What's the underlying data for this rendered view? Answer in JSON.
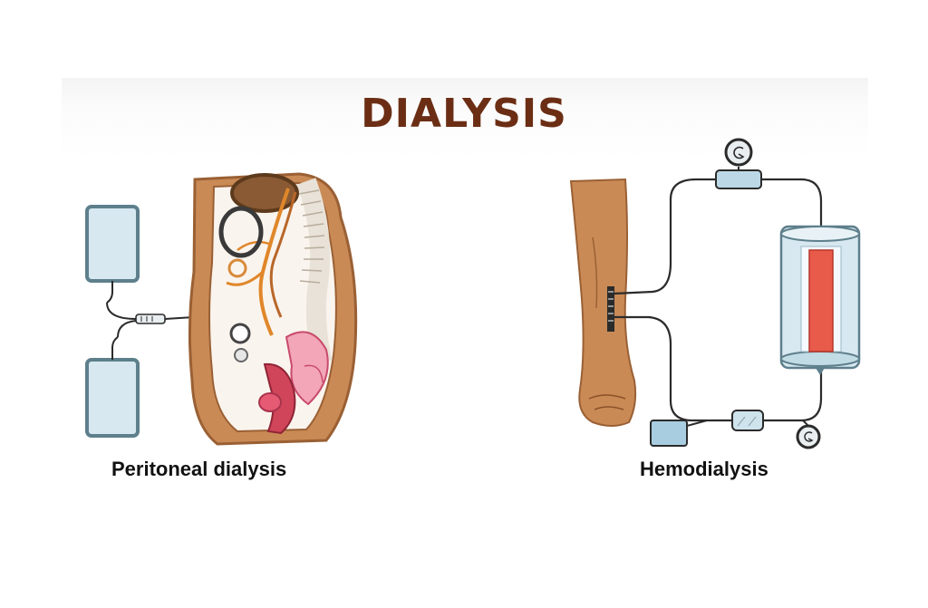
{
  "title": "DIALYSIS",
  "panels": {
    "left": {
      "label": "Peritoneal dialysis"
    },
    "right": {
      "label": "Hemodialysis"
    }
  },
  "colors": {
    "title": "#6b2e14",
    "skin": "#c98a56",
    "skin_dark": "#9a6034",
    "bag_fill": "#d7e8f0",
    "bag_stroke": "#5e7f8c",
    "filter_red": "#e85a4a",
    "tube": "#2b2b2b"
  },
  "icons": [
    "fluid-bag-icon",
    "drain-bag-icon",
    "gauge-icon",
    "dialyzer-icon",
    "pump-icon"
  ]
}
